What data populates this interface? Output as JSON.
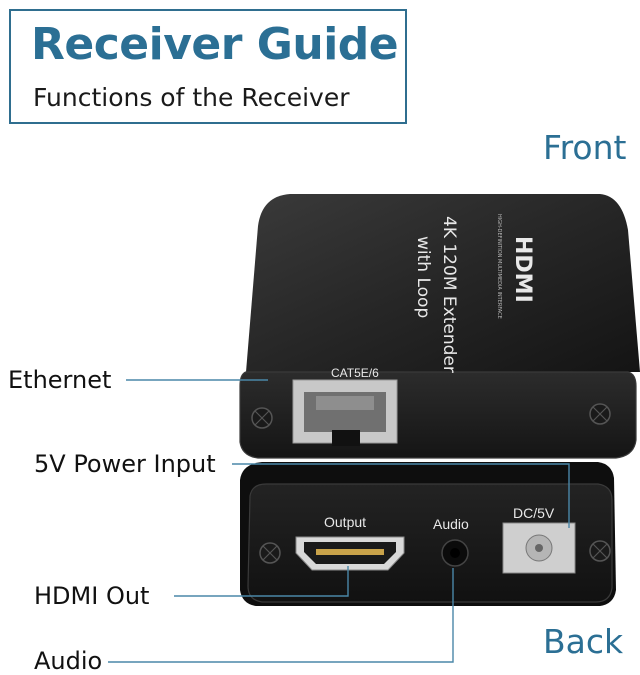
{
  "header": {
    "title": "Receiver Guide",
    "subtitle": "Functions of the Receiver"
  },
  "sides": {
    "front": "Front",
    "back": "Back"
  },
  "device": {
    "top_brand": "HDMI",
    "top_brand_small": "HIGH-DEFINITION MULTIMEDIA INTERFACE",
    "top_text_line1": "4K 120M Extender",
    "top_text_line2": "with Loop",
    "front_port_label": "CAT5E/6",
    "back_port_output_label": "Output",
    "back_port_audio_label": "Audio",
    "back_port_dc_label": "DC/5V"
  },
  "callouts": {
    "ethernet": "Ethernet",
    "power": "5V Power Input",
    "hdmi_out": "HDMI Out",
    "audio": "Audio"
  },
  "colors": {
    "accent": "#2b6f94",
    "device_body": "#1c1c1c",
    "leader_line": "#4a87a8"
  }
}
